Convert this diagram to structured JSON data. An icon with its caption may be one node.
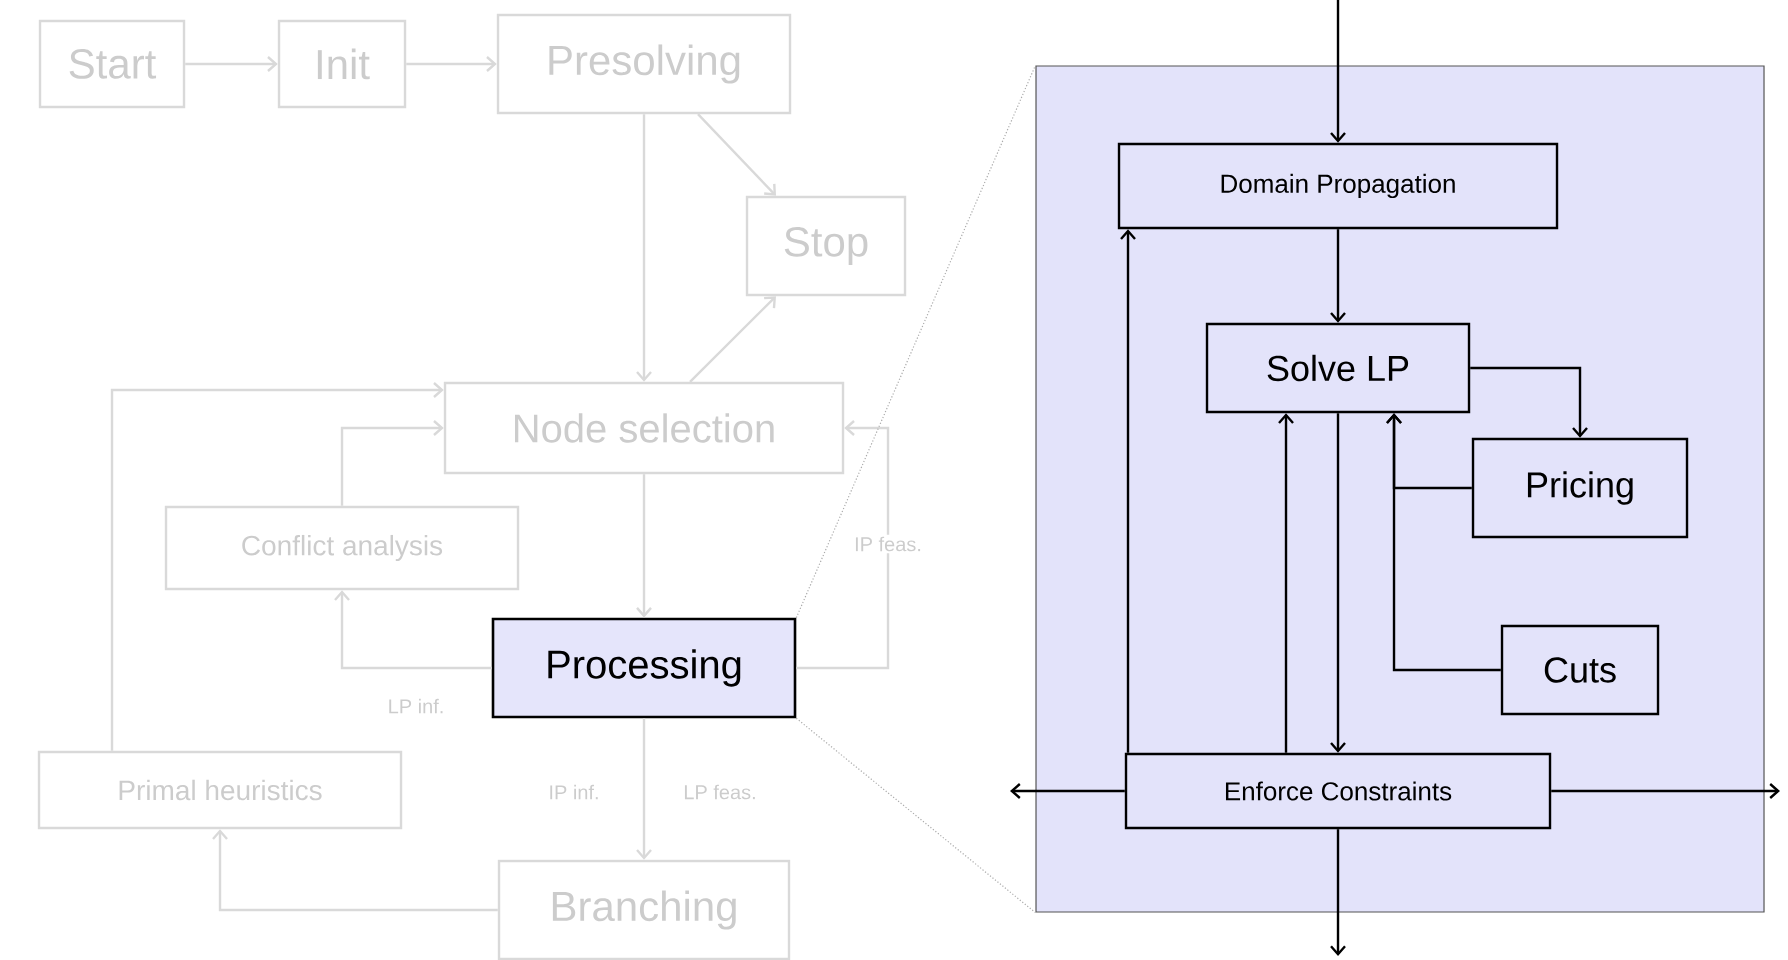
{
  "diagram": {
    "nodes": [
      {
        "text": [
          "Start"
        ]
      },
      {
        "text": [
          "Init"
        ]
      },
      {
        "text": [
          "Presolving"
        ]
      },
      {
        "text": [
          "Stop"
        ]
      },
      {
        "text": [
          "Node selection"
        ]
      },
      {
        "text": [
          "Conflict analysis"
        ]
      },
      {
        "text": [
          "Processing"
        ]
      },
      {
        "text": [
          "Primal heuristics"
        ]
      },
      {
        "text": [
          "Branching"
        ]
      },
      {
        "text": [],
        "shape": "box"
      },
      {
        "text": [
          "Domain Propagation"
        ],
        "in": 9
      },
      {
        "text": [
          "Solve LP"
        ],
        "in": 9
      },
      {
        "text": [
          "Pricing"
        ],
        "in": 9
      },
      {
        "text": [
          "Cuts"
        ],
        "in": 9
      },
      {
        "text": [
          "Enforce Constraints"
        ],
        "in": 9
      }
    ],
    "edges": [
      {
        "from": 0,
        "to": 1,
        "arrow": "to"
      },
      {
        "from": 1,
        "to": 2,
        "arrow": "to"
      },
      {
        "from": 2,
        "to": 4,
        "arrow": "to"
      },
      {
        "from": 2,
        "to": 3,
        "arrow": "to"
      },
      {
        "from": 4,
        "to": 3,
        "arrow": "to"
      },
      {
        "from": 4,
        "to": 6,
        "arrow": "to"
      },
      {
        "from": 6,
        "to": 5,
        "arrow": "to",
        "label": "LP inf."
      },
      {
        "from": 5,
        "to": 4,
        "arrow": "to"
      },
      {
        "from": 6,
        "to": 4,
        "arrow": "to",
        "label": "IP feas."
      },
      {
        "from": 6,
        "to": 8,
        "arrow": "to",
        "label": "LP feas."
      },
      {
        "from": 8,
        "to": 7,
        "arrow": "to"
      },
      {
        "from": 7,
        "to": 4,
        "arrow": "to"
      },
      {
        "from": null,
        "to": 10,
        "arrow": "to",
        "color": "#000000"
      },
      {
        "from": 10,
        "to": 11,
        "arrow": "to",
        "color": "#000000"
      },
      {
        "from": 11,
        "to": 12,
        "arrow": "to",
        "color": "#000000"
      },
      {
        "from": 12,
        "to": 11,
        "arrow": "to",
        "color": "#000000"
      },
      {
        "from": 13,
        "to": 11,
        "arrow": "to",
        "color": "#000000"
      },
      {
        "from": 11,
        "to": 14,
        "arrow": "to",
        "color": "#000000"
      },
      {
        "from": 14,
        "to": 11,
        "arrow": "to",
        "color": "#000000"
      },
      {
        "from": 14,
        "to": 10,
        "arrow": "to",
        "color": "#000000"
      },
      {
        "from": 14,
        "to": null,
        "arrow": "to",
        "color": "#000000"
      },
      {
        "from": 14,
        "to": null,
        "arrow": "to",
        "color": "#000000"
      },
      {
        "from": 14,
        "to": null,
        "arrow": "to",
        "color": "#000000"
      },
      {
        "from": 6,
        "to": 9,
        "arrow": "none",
        "style": "dashed",
        "color": "#aaaaaa"
      },
      {
        "from": 6,
        "to": 9,
        "arrow": "none",
        "style": "dashed",
        "color": "#aaaaaa"
      }
    ],
    "labels": [
      "IP inf."
    ]
  }
}
